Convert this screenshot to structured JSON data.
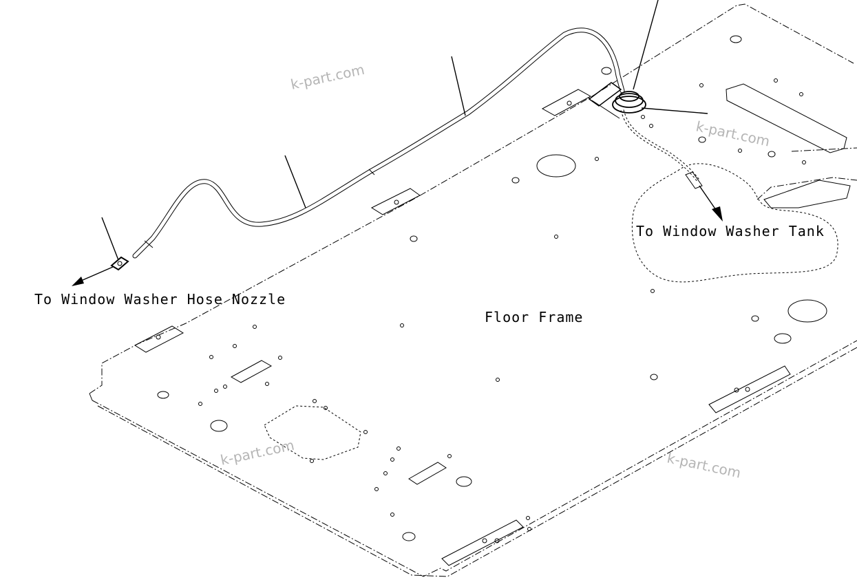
{
  "labels": {
    "nozzle": "To Window Washer Hose Nozzle",
    "tank": "To Window Washer Tank",
    "frame": "Floor Frame"
  },
  "watermark": "k-part.com",
  "colors": {
    "line": "#000000",
    "watermark": "#b5b5b5",
    "background": "#ffffff"
  }
}
